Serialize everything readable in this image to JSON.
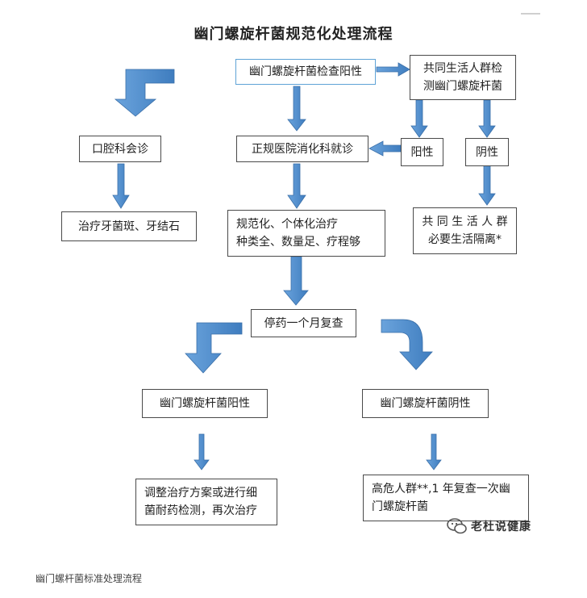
{
  "title": "幽门螺旋杆菌规范化处理流程",
  "nodes": {
    "check": "幽门螺旋杆菌检查阳性",
    "cohabit_check": "共同生活人群检\n测幽门螺旋杆菌",
    "oral": "口腔科会诊",
    "gastro": "正规医院消化科就诊",
    "pos": "阳性",
    "neg": "阴性",
    "plaque": "治疗牙菌斑、牙结石",
    "standard": "规范化、个体化治疗\n种类全、数量足、疗程够",
    "isolate": "共 同 生 活 人 群\n必要生活隔离*",
    "stop": "停药一个月复查",
    "hp_pos": "幽门螺旋杆菌阳性",
    "hp_neg": "幽门螺旋杆菌阴性",
    "adjust": "调整治疗方案或进行细\n菌耐药检测，再次治疗",
    "high_risk": "高危人群**,1 年复查一次幽\n门螺旋杆菌"
  },
  "caption": "幽门螺杆菌标准处理流程",
  "watermark": "老杜说健康",
  "colors": {
    "arrow": "#4f8ac9",
    "arrow_stroke": "#3a6fa8",
    "highlight_border": "#5fa3d6",
    "border": "#4a4a4a"
  }
}
